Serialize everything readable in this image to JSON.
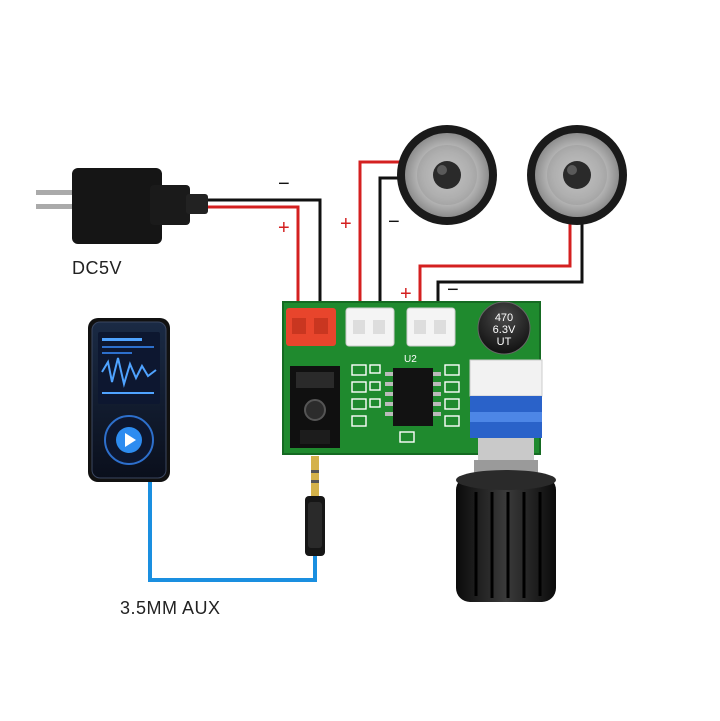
{
  "labels": {
    "power": "DC5V",
    "aux": "3.5MM AUX"
  },
  "polarity": {
    "plus": "+",
    "minus": "−"
  },
  "board": {
    "ic_label": "U2",
    "capacitor": {
      "line1": "470",
      "line2": "6.3V",
      "line3": "UT"
    }
  },
  "colors": {
    "pcb": "#1f8a2e",
    "wire_red": "#d42020",
    "wire_black": "#111111",
    "aux_cable": "#1a8fe0",
    "power_connector": "#e8452c",
    "speaker_connector": "#f4f4f4"
  }
}
